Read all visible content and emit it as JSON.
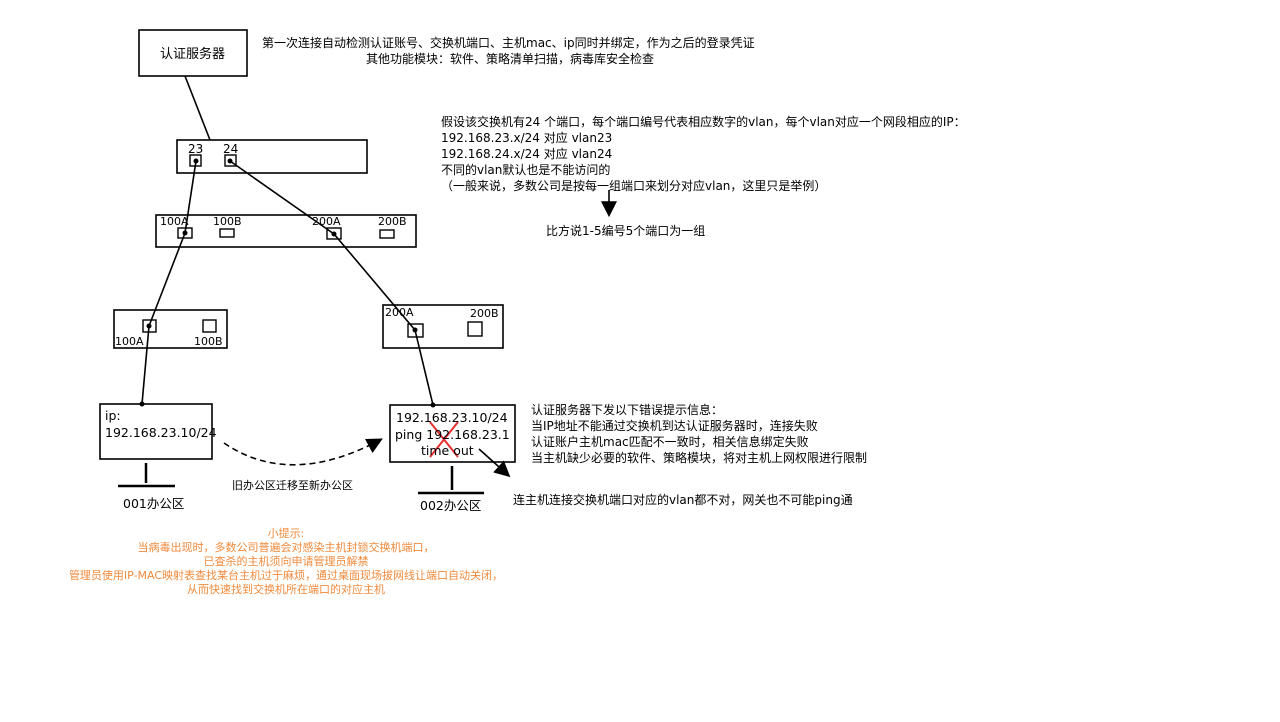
{
  "colors": {
    "line": "#000000",
    "tips": "#f08a3c",
    "cross": "#e8312f"
  },
  "auth_server": {
    "label": "认证服务器"
  },
  "top_note": [
    "第一次连接自动检测认证账号、交换机端口、主机mac、ip同时并绑定，作为之后的登录凭证",
    "其他功能模块：软件、策略清单扫描，病毒库安全检查"
  ],
  "vlan_note": [
    "假设该交换机有24 个端口，每个端口编号代表相应数字的vlan，每个vlan对应一个网段相应的IP：",
    "192.168.23.x/24 对应 vlan23",
    "192.168.24.x/24 对应 vlan24",
    "不同的vlan默认也是不能访问的",
    "（一般来说，多数公司是按每一组端口来划分对应vlan，这里只是举例）"
  ],
  "vlan_example": "比方说1-5编号5个端口为一组",
  "core_switch": {
    "port1": "23",
    "port2": "24"
  },
  "agg_switch": {
    "p1": "100A",
    "p2": "100B",
    "p3": "200A",
    "p4": "200B"
  },
  "access_left": {
    "p1": "100A",
    "p2": "100B"
  },
  "access_right": {
    "p1": "200A",
    "p2": "200B"
  },
  "host_left": {
    "line1": "ip:",
    "line2": "192.168.23.10/24",
    "office": "001办公区"
  },
  "host_right": {
    "line1": "192.168.23.10/24",
    "line2": "ping 192.168.23.1",
    "line3": "time out",
    "office": "002办公区"
  },
  "migrate_label": "旧办公区迁移至新办公区",
  "error_note": [
    "认证服务器下发以下错误提示信息：",
    "当IP地址不能通过交换机到达认证服务器时，连接失败",
    "认证账户主机mac匹配不一致时，相关信息绑定失败",
    "当主机缺少必要的软件、策略模块，将对主机上网权限进行限制"
  ],
  "vlan_mismatch": "连主机连接交换机端口对应的vlan都不对，网关也不可能ping通",
  "tips": [
    "小提示:",
    "当病毒出现时，多数公司普遍会对感染主机封锁交换机端口，",
    "已查杀的主机须向申请管理员解禁",
    "管理员使用IP-MAC映射表查找某台主机过于麻烦，通过桌面现场拔网线让端口自动关闭，",
    "从而快速找到交换机所在端口的对应主机"
  ]
}
